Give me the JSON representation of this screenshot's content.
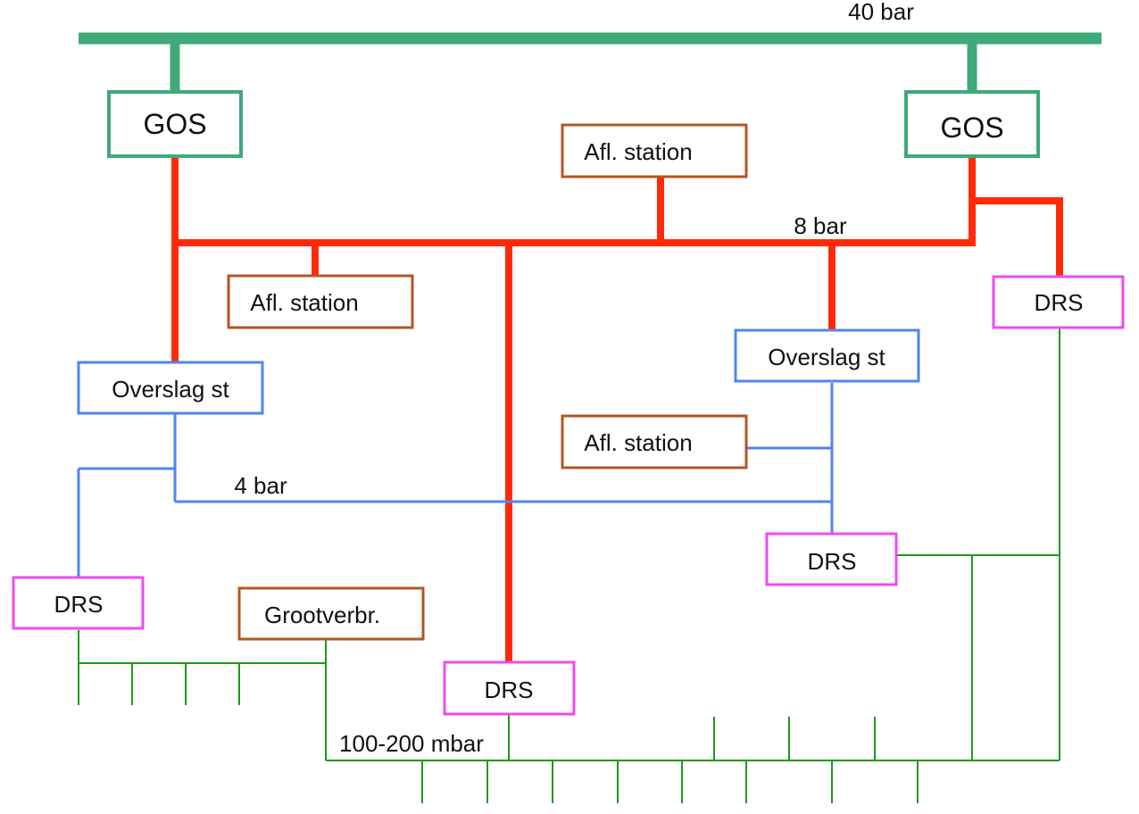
{
  "colors": {
    "gos": "#3fa97a",
    "bar8": "#ff2a0a",
    "bar4": "#4e86f0",
    "low": "#1e9a1e",
    "station": "#b35524",
    "drs": "#f04af0",
    "overslag": "#4e86f0"
  },
  "labels": {
    "bar40": "40 bar",
    "bar8": "8 bar",
    "bar4": "4 bar",
    "mbar": "100-200 mbar"
  },
  "boxes": {
    "gos_left": "GOS",
    "gos_right": "GOS",
    "afl_top": "Afl. station",
    "afl_left": "Afl. station",
    "afl_mid": "Afl. station",
    "overslag_left": "Overslag st",
    "overslag_right": "Overslag st",
    "drs_right": "DRS",
    "drs_left": "DRS",
    "drs_mid": "DRS",
    "drs_center": "DRS",
    "grootverbr": "Grootverbr."
  }
}
